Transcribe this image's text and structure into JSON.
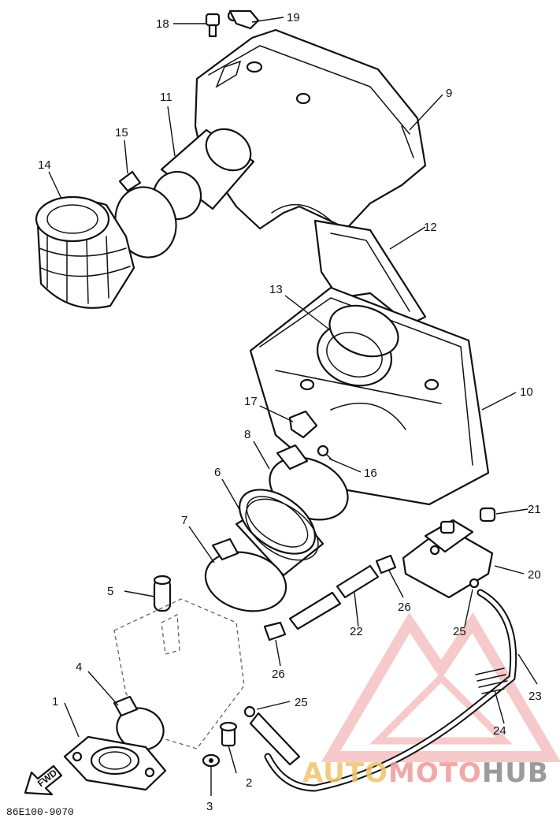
{
  "diagram_code": "86E100-9070",
  "fwd_label": "FWD",
  "watermark": {
    "part1": "AUTO",
    "part2": "MOTO",
    "part3": "HUB",
    "color1": "#f2c36b",
    "color2": "#f29a9a",
    "color3": "#8a8a8a",
    "logo_color": "#f0a0a0"
  },
  "callouts": [
    {
      "id": "c1",
      "label": "1"
    },
    {
      "id": "c2",
      "label": "2"
    },
    {
      "id": "c3",
      "label": "3"
    },
    {
      "id": "c4",
      "label": "4"
    },
    {
      "id": "c5",
      "label": "5"
    },
    {
      "id": "c6",
      "label": "6"
    },
    {
      "id": "c7",
      "label": "7"
    },
    {
      "id": "c8",
      "label": "8"
    },
    {
      "id": "c9",
      "label": "9"
    },
    {
      "id": "c10",
      "label": "10"
    },
    {
      "id": "c11",
      "label": "11"
    },
    {
      "id": "c12",
      "label": "12"
    },
    {
      "id": "c13",
      "label": "13"
    },
    {
      "id": "c14",
      "label": "14"
    },
    {
      "id": "c15",
      "label": "15"
    },
    {
      "id": "c16",
      "label": "16"
    },
    {
      "id": "c17",
      "label": "17"
    },
    {
      "id": "c18",
      "label": "18"
    },
    {
      "id": "c19",
      "label": "19"
    },
    {
      "id": "c20",
      "label": "20"
    },
    {
      "id": "c21",
      "label": "21"
    },
    {
      "id": "c22",
      "label": "22"
    },
    {
      "id": "c23",
      "label": "23"
    },
    {
      "id": "c24",
      "label": "24"
    },
    {
      "id": "c25a",
      "label": "25"
    },
    {
      "id": "c25b",
      "label": "25"
    },
    {
      "id": "c26a",
      "label": "26"
    },
    {
      "id": "c26b",
      "label": "26"
    }
  ]
}
